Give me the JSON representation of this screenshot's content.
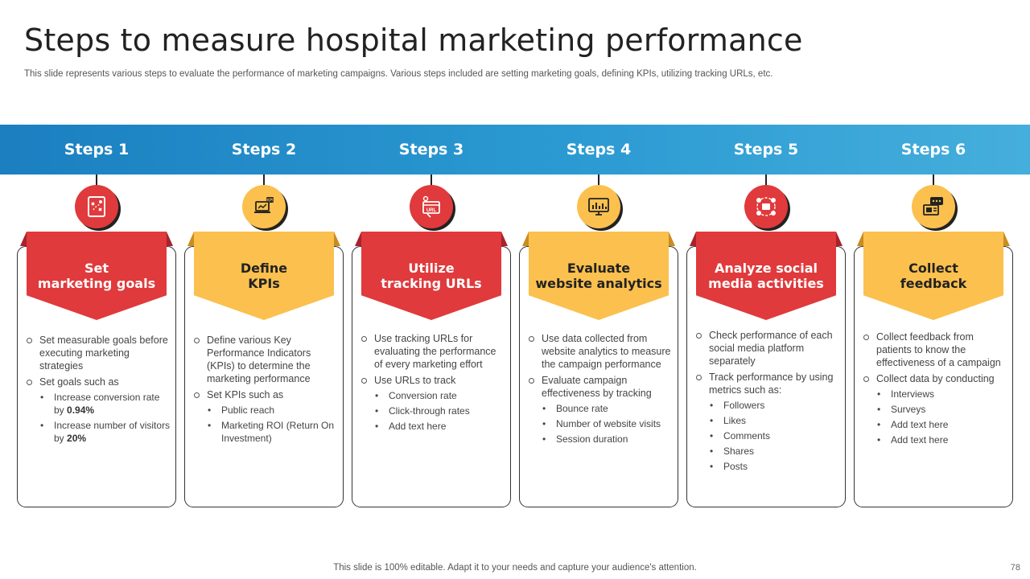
{
  "title": "Steps to measure hospital marketing performance",
  "subtitle": "This slide represents various steps to evaluate the performance of marketing campaigns. Various steps included are setting marketing goals, defining KPIs, utilizing tracking URLs, etc.",
  "colors": {
    "band": "#2b9ad2",
    "red": "#e03a3c",
    "yellow": "#fbc04e"
  },
  "steps": [
    {
      "label": "Steps 1",
      "icon": "strategy-board-icon",
      "color": "red",
      "heading": [
        "Set",
        "marketing goals"
      ],
      "items": [
        {
          "text": "Set measurable goals before executing marketing strategies",
          "sub": []
        },
        {
          "text": "Set goals such as",
          "sub": [
            {
              "text": "Increase conversion rate by ",
              "bold": "0.94%"
            },
            {
              "text": "Increase number of visitors by ",
              "bold": "20%"
            }
          ]
        }
      ]
    },
    {
      "label": "Steps 2",
      "icon": "kpi-laptop-icon",
      "color": "yellow",
      "heading": [
        "Define",
        "KPIs"
      ],
      "items": [
        {
          "text": "Define various Key Performance Indicators (KPIs) to determine the marketing performance",
          "sub": []
        },
        {
          "text": "Set KPIs such as",
          "sub": [
            {
              "text": "Public reach",
              "bold": ""
            },
            {
              "text": "Marketing ROI (Return On Investment)",
              "bold": ""
            }
          ]
        }
      ]
    },
    {
      "label": "Steps 3",
      "icon": "url-browser-icon",
      "color": "red",
      "heading": [
        "Utilize",
        "tracking URLs"
      ],
      "items": [
        {
          "text": "Use tracking URLs for evaluating the performance of every marketing effort",
          "sub": []
        },
        {
          "text": "Use URLs to track",
          "sub": [
            {
              "text": "Conversion rate",
              "bold": ""
            },
            {
              "text": "Click-through rates",
              "bold": ""
            },
            {
              "text": "Add text here",
              "bold": ""
            }
          ]
        }
      ]
    },
    {
      "label": "Steps 4",
      "icon": "analytics-monitor-icon",
      "color": "yellow",
      "heading": [
        "Evaluate",
        "website analytics"
      ],
      "items": [
        {
          "text": "Use data collected from website analytics to measure the campaign performance",
          "sub": []
        },
        {
          "text": "Evaluate campaign effectiveness by tracking",
          "sub": [
            {
              "text": "Bounce rate",
              "bold": ""
            },
            {
              "text": "Number of website visits",
              "bold": ""
            },
            {
              "text": "Session duration",
              "bold": ""
            }
          ]
        }
      ]
    },
    {
      "label": "Steps 5",
      "icon": "social-network-icon",
      "color": "red",
      "heading": [
        "Analyze social",
        "media activities"
      ],
      "items": [
        {
          "text": "Check performance of each social media platform separately",
          "sub": []
        },
        {
          "text": "Track performance by using metrics such as:",
          "sub": [
            {
              "text": "Followers",
              "bold": ""
            },
            {
              "text": "Likes",
              "bold": ""
            },
            {
              "text": "Comments",
              "bold": ""
            },
            {
              "text": "Shares",
              "bold": ""
            },
            {
              "text": "Posts",
              "bold": ""
            }
          ]
        }
      ]
    },
    {
      "label": "Steps 6",
      "icon": "feedback-chat-icon",
      "color": "yellow",
      "heading": [
        "Collect",
        "feedback"
      ],
      "items": [
        {
          "text": "Collect feedback from patients to know the effectiveness of a campaign",
          "sub": []
        },
        {
          "text": "Collect data by conducting",
          "sub": [
            {
              "text": "Interviews",
              "bold": ""
            },
            {
              "text": "Surveys",
              "bold": ""
            },
            {
              "text": "Add text here",
              "bold": ""
            },
            {
              "text": "Add text here",
              "bold": ""
            }
          ]
        }
      ]
    }
  ],
  "footer": "This slide is 100% editable. Adapt it to your needs and capture your audience's attention.",
  "page_number": "78"
}
